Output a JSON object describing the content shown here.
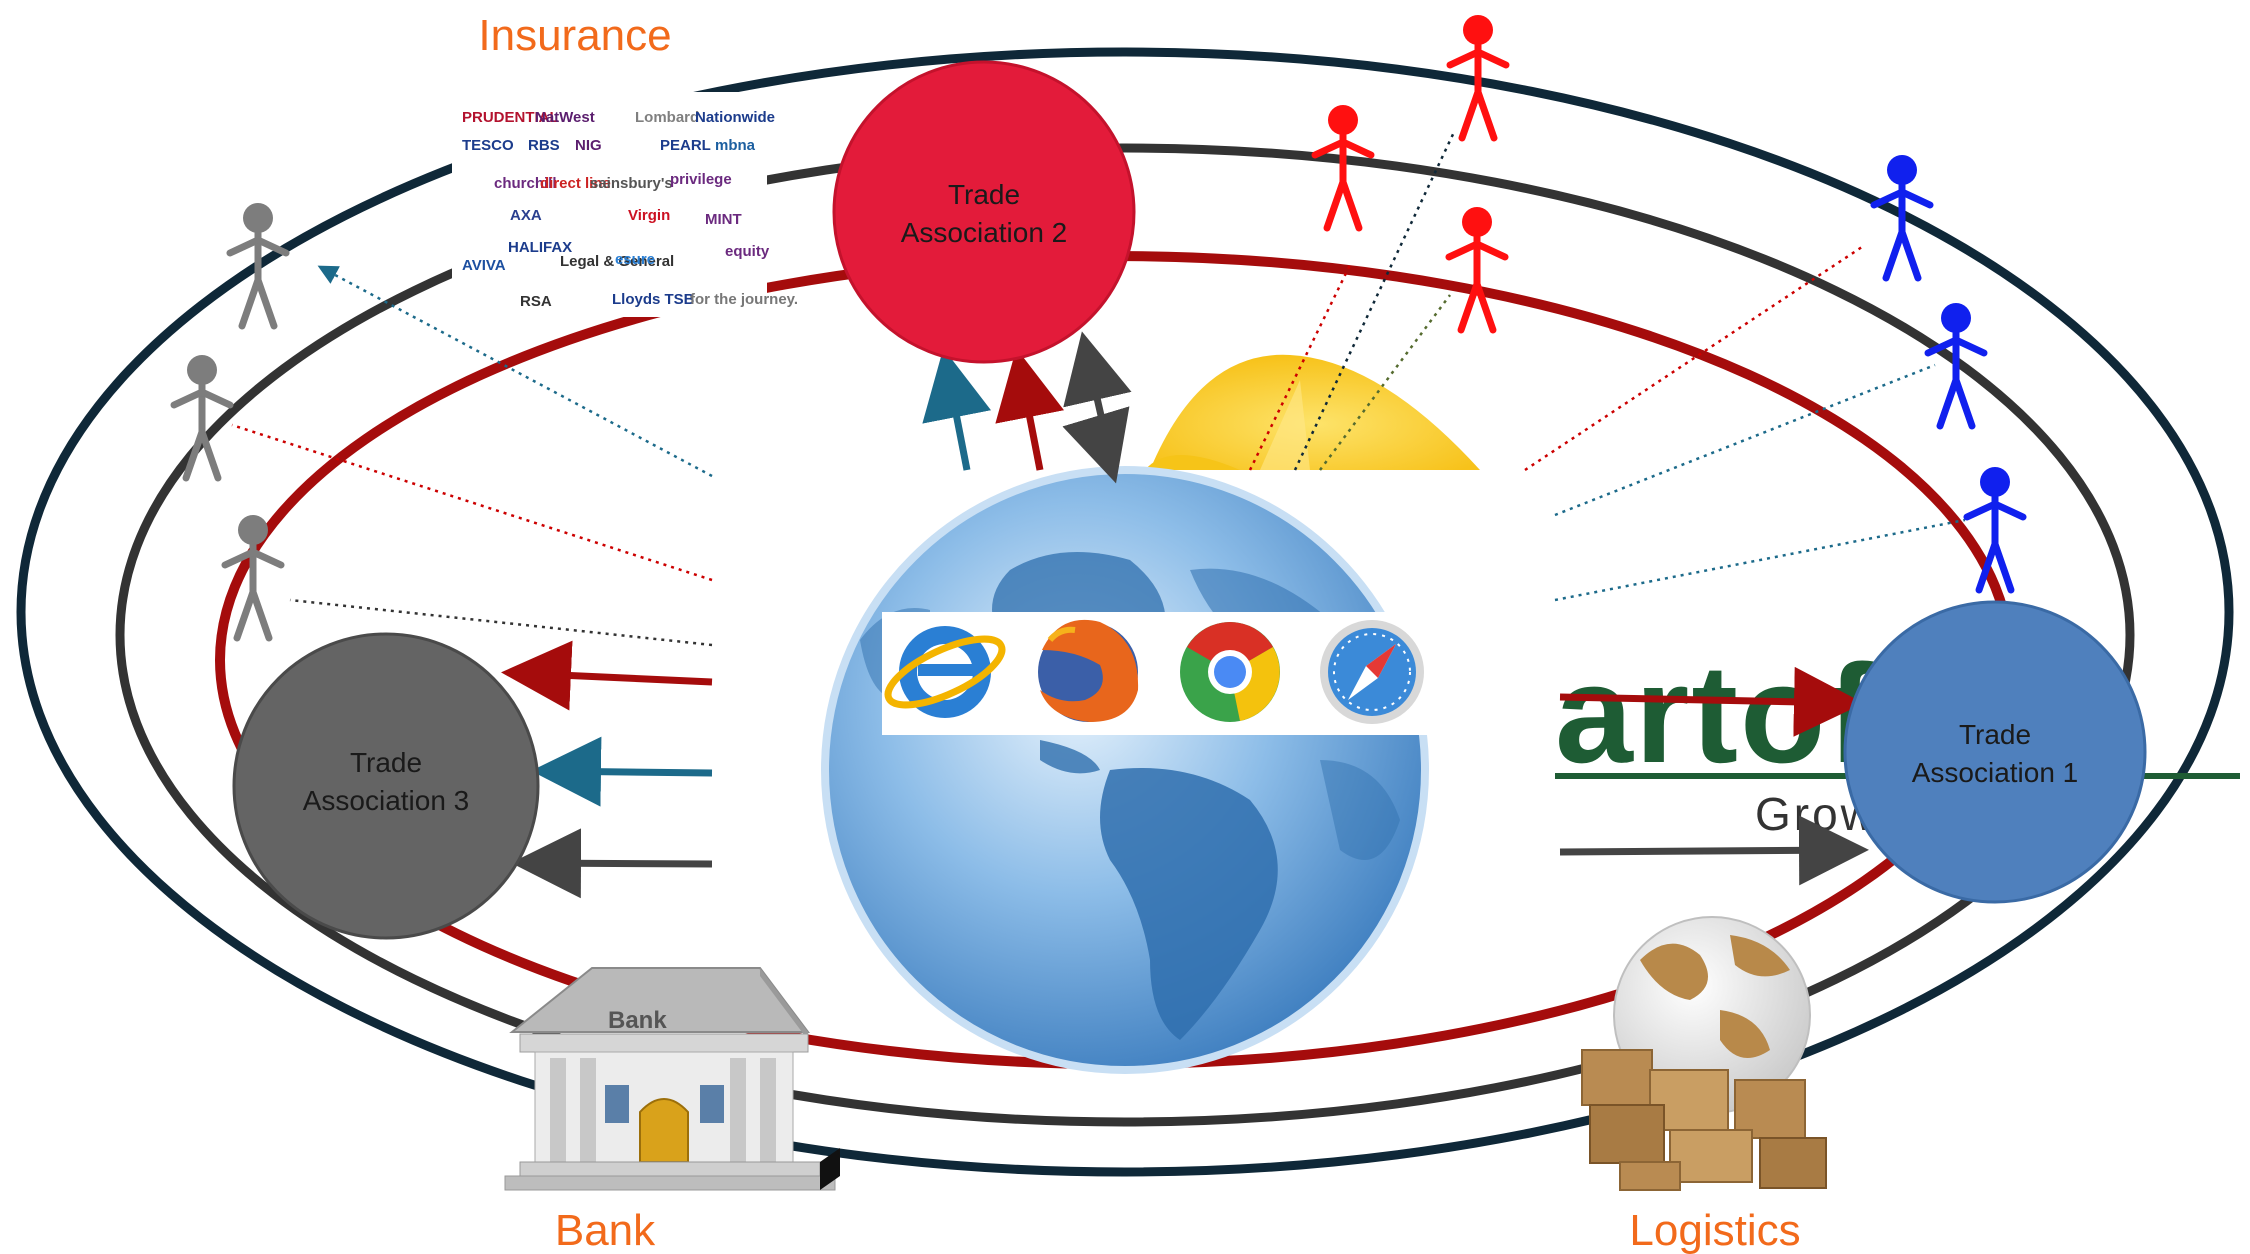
{
  "labels": {
    "insurance": "Insurance",
    "bank": "Bank",
    "logistics": "Logistics",
    "bank_sign": "Bank",
    "brand_fragment": "artofli",
    "brand_tagline": "Grow  lished"
  },
  "trade_associations": [
    {
      "line1": "Trade",
      "line2": "Association 1",
      "color": "#4f80bd"
    },
    {
      "line1": "Trade",
      "line2": "Association 2",
      "color": "#e31b3a"
    },
    {
      "line1": "Trade",
      "line2": "Association 3",
      "color": "#646464"
    }
  ],
  "insurance_logos": [
    "PRUDENTIAL",
    "NatWest",
    "Lombard",
    "Nationwide",
    "TESCO",
    "RBS",
    "NIG",
    "PEARL",
    "mbna",
    "churchill",
    "direct line",
    "sainsbury's",
    "privilege",
    "AXA",
    "Virgin",
    "MINT",
    "AVIVA",
    "HALIFAX",
    "Legal & General",
    "esure",
    "equity",
    "RSA",
    "Lloyds TSB",
    "for the journey."
  ],
  "browsers": [
    {
      "name": "internet-explorer",
      "color": "#2a7fd4"
    },
    {
      "name": "firefox",
      "color": "#e8661c"
    },
    {
      "name": "chrome",
      "color": "#3aa34a"
    },
    {
      "name": "safari",
      "color": "#3b8ad8"
    }
  ],
  "colors": {
    "outer_ring": "#0f2838",
    "middle_ring": "#333333",
    "inner_ring": "#a50c0c",
    "label_orange": "#f26a1b",
    "person_red": "#ff1010",
    "person_blue": "#1020ee",
    "person_grey": "#7d7d7d",
    "arrow_teal": "#1c6a8a",
    "brand_green": "#1e5c34"
  }
}
